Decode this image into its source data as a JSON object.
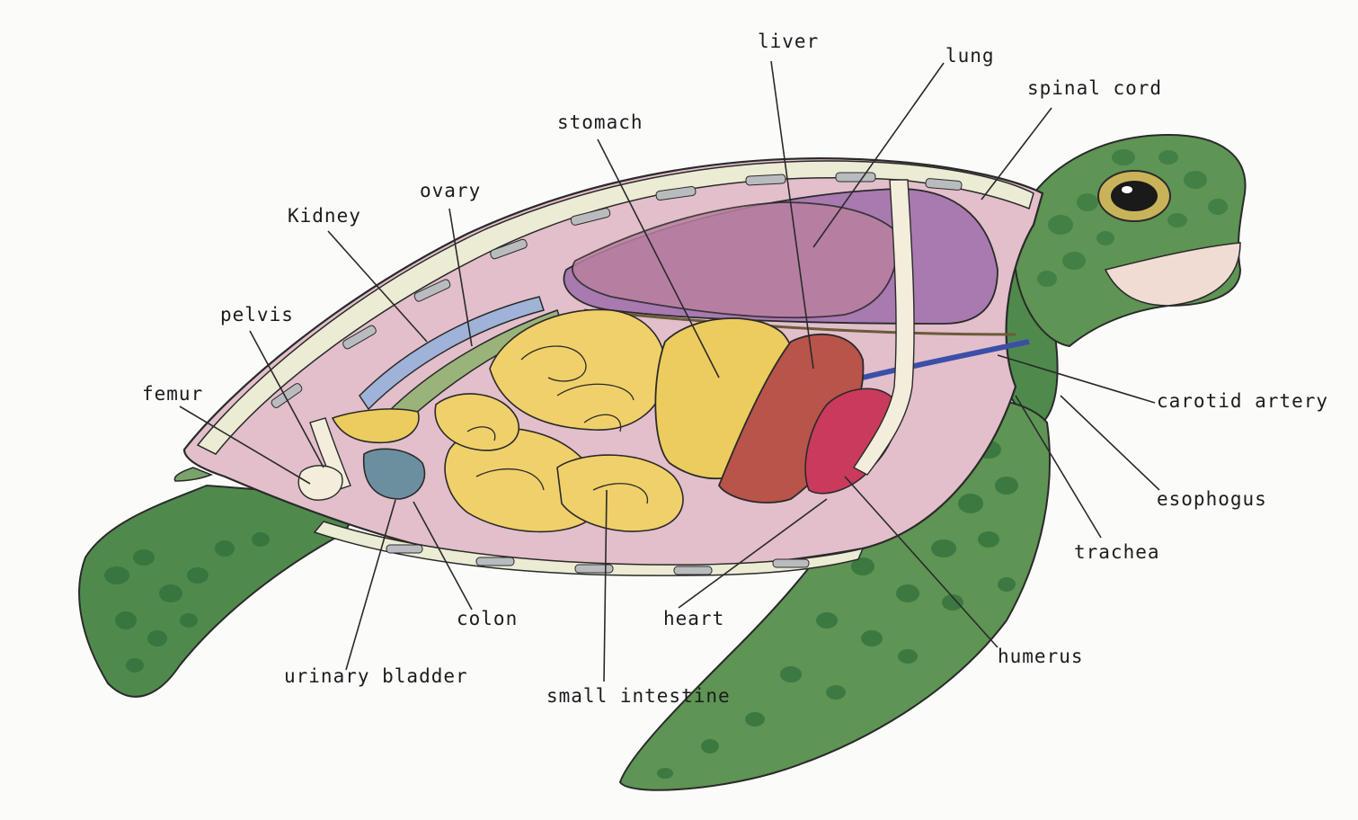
{
  "labels": {
    "liver": "liver",
    "lung": "lung",
    "spinal_cord": "spinal cord",
    "stomach": "stomach",
    "ovary": "ovary",
    "kidney": "Kidney",
    "pelvis": "pelvis",
    "femur": "femur",
    "carotid_artery": "carotid artery",
    "esophagus": "esophogus",
    "trachea": "trachea",
    "humerus": "humerus",
    "heart": "heart",
    "colon": "colon",
    "urinary_bladder": "urinary bladder",
    "small_intestine": "small intestine"
  },
  "colors": {
    "shell_outline": "#c9c2a2",
    "body_cavity": "#d98fa8",
    "liver": "#b9819f",
    "lung": "#a87ab0",
    "intestine": "#f0d06a",
    "stomach": "#eccc5e",
    "heart_left": "#b8544a",
    "heart_right": "#c93a5c",
    "skin_green": "#4f8a4c",
    "scale_green": "#2f6e3a",
    "blue_vessel": "#3c4fa8",
    "kidney": "#9fb3d8",
    "bladder": "#6c8fa0"
  }
}
